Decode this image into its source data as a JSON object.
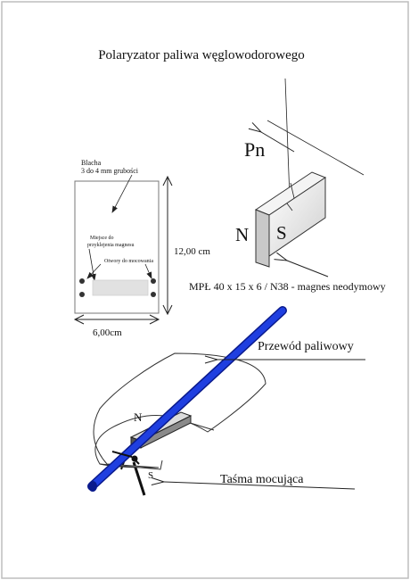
{
  "title": "Polaryzator paliwa węglowodorowego",
  "plate": {
    "label_line1": "Blacha",
    "label_line2": "3 do 4 mm grubości",
    "magnet_place_line1": "Miejsce do",
    "magnet_place_line2": "przyklejenia magnesu",
    "mount_holes": "Otwory do mocowania",
    "height": "12,00 cm",
    "width": "6,00cm"
  },
  "magnet": {
    "pole_pn": "Pn",
    "pole_n": "N",
    "pole_s": "S",
    "spec": "MPŁ 40 x 15 x 6 / N38 - magnes neodymowy"
  },
  "assembly": {
    "fuel_line_label": "Przewód paliwowy",
    "strap_label": "Taśma mocująca",
    "pole_n": "N",
    "pole_s": "S"
  },
  "colors": {
    "fuel_line": "#1f3fe0",
    "fuel_line_dark": "#0a1a8c",
    "magnet_face": "#c9c9c9"
  }
}
